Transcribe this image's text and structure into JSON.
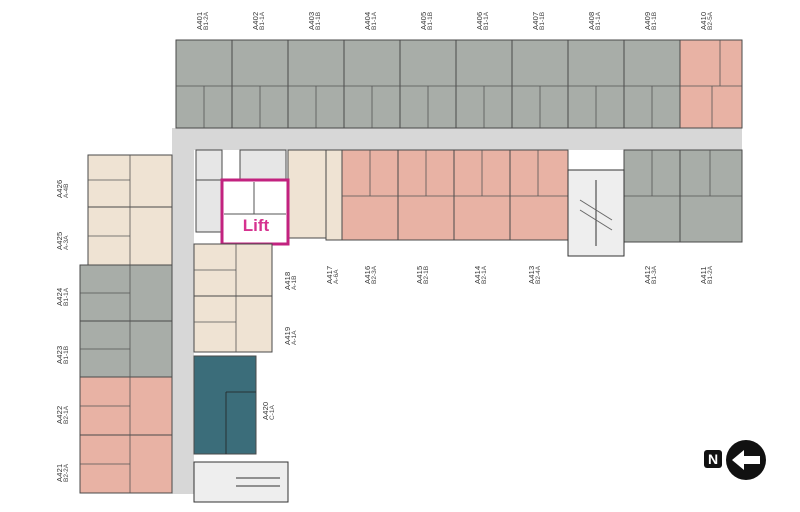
{
  "lift_label": "Lift",
  "north_label": "N",
  "colors": {
    "grey": "#a8ada8",
    "salmon": "#e8b2a4",
    "beige": "#efe3d3",
    "teal": "#3b6d7a",
    "corridor": "#d7d7d7",
    "lift_outline": "#c2227f"
  },
  "units": [
    {
      "code": "A401",
      "type": "B1-2A",
      "color": "grey"
    },
    {
      "code": "A402",
      "type": "B1-1A",
      "color": "grey"
    },
    {
      "code": "A403",
      "type": "B1-1B",
      "color": "grey"
    },
    {
      "code": "A404",
      "type": "B1-1A",
      "color": "grey"
    },
    {
      "code": "A405",
      "type": "B1-1B",
      "color": "grey"
    },
    {
      "code": "A406",
      "type": "B1-1A",
      "color": "grey"
    },
    {
      "code": "A407",
      "type": "B1-1B",
      "color": "grey"
    },
    {
      "code": "A408",
      "type": "B1-1A",
      "color": "grey"
    },
    {
      "code": "A409",
      "type": "B1-1B",
      "color": "grey"
    },
    {
      "code": "A410",
      "type": "B2-5A",
      "color": "salmon"
    },
    {
      "code": "A411",
      "type": "B1-2A",
      "color": "grey"
    },
    {
      "code": "A412",
      "type": "B1-3A",
      "color": "grey"
    },
    {
      "code": "A413",
      "type": "B2-4A",
      "color": "salmon"
    },
    {
      "code": "A414",
      "type": "B2-1A",
      "color": "salmon"
    },
    {
      "code": "A415",
      "type": "B2-1B",
      "color": "salmon"
    },
    {
      "code": "A416",
      "type": "B2-3A",
      "color": "salmon"
    },
    {
      "code": "A417",
      "type": "A-6A",
      "color": "beige"
    },
    {
      "code": "A418",
      "type": "A-1B",
      "color": "beige"
    },
    {
      "code": "A419",
      "type": "A-1A",
      "color": "beige"
    },
    {
      "code": "A420",
      "type": "C-1A",
      "color": "teal"
    },
    {
      "code": "A421",
      "type": "B2-2A",
      "color": "salmon"
    },
    {
      "code": "A422",
      "type": "B2-1A",
      "color": "salmon"
    },
    {
      "code": "A423",
      "type": "B1-1B",
      "color": "grey"
    },
    {
      "code": "A424",
      "type": "B1-1A",
      "color": "grey"
    },
    {
      "code": "A425",
      "type": "A-3A",
      "color": "beige"
    },
    {
      "code": "A426",
      "type": "A-4B",
      "color": "beige"
    }
  ]
}
